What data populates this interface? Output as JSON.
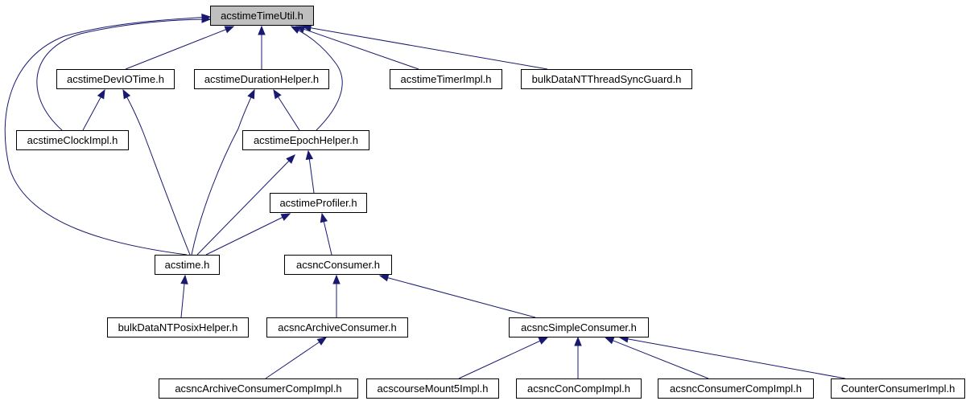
{
  "diagram": {
    "nodes": [
      {
        "id": "acstimeTimeUtil",
        "label": "acstimeTimeUtil.h",
        "root": true
      },
      {
        "id": "acstimeDevIOTime",
        "label": "acstimeDevIOTime.h"
      },
      {
        "id": "acstimeDurationHelper",
        "label": "acstimeDurationHelper.h"
      },
      {
        "id": "acstimeTimerImpl",
        "label": "acstimeTimerImpl.h"
      },
      {
        "id": "bulkDataNTThreadSyncGuard",
        "label": "bulkDataNTThreadSyncGuard.h"
      },
      {
        "id": "acstimeClockImpl",
        "label": "acstimeClockImpl.h"
      },
      {
        "id": "acstimeEpochHelper",
        "label": "acstimeEpochHelper.h"
      },
      {
        "id": "acstimeProfiler",
        "label": "acstimeProfiler.h"
      },
      {
        "id": "acstime",
        "label": "acstime.h"
      },
      {
        "id": "acsncConsumer",
        "label": "acsncConsumer.h"
      },
      {
        "id": "bulkDataNTPosixHelper",
        "label": "bulkDataNTPosixHelper.h"
      },
      {
        "id": "acsncArchiveConsumer",
        "label": "acsncArchiveConsumer.h"
      },
      {
        "id": "acsncSimpleConsumer",
        "label": "acsncSimpleConsumer.h"
      },
      {
        "id": "acsncArchiveConsumerCompImpl",
        "label": "acsncArchiveConsumerCompImpl.h"
      },
      {
        "id": "acscourseMount5Impl",
        "label": "acscourseMount5Impl.h"
      },
      {
        "id": "acsncConCompImpl",
        "label": "acsncConCompImpl.h"
      },
      {
        "id": "acsncConsumerCompImpl",
        "label": "acsncConsumerCompImpl.h"
      },
      {
        "id": "CounterConsumerImpl",
        "label": "CounterConsumerImpl.h"
      }
    ],
    "edges": [
      {
        "from": "acstimeDevIOTime",
        "to": "acstimeTimeUtil"
      },
      {
        "from": "acstimeDurationHelper",
        "to": "acstimeTimeUtil"
      },
      {
        "from": "acstimeTimerImpl",
        "to": "acstimeTimeUtil"
      },
      {
        "from": "bulkDataNTThreadSyncGuard",
        "to": "acstimeTimeUtil"
      },
      {
        "from": "acstimeClockImpl",
        "to": "acstimeTimeUtil"
      },
      {
        "from": "acstimeEpochHelper",
        "to": "acstimeTimeUtil"
      },
      {
        "from": "acstime",
        "to": "acstimeTimeUtil"
      },
      {
        "from": "acstimeClockImpl",
        "to": "acstimeDevIOTime"
      },
      {
        "from": "acstime",
        "to": "acstimeDevIOTime"
      },
      {
        "from": "acstimeEpochHelper",
        "to": "acstimeDurationHelper"
      },
      {
        "from": "acstime",
        "to": "acstimeDurationHelper"
      },
      {
        "from": "acstimeProfiler",
        "to": "acstimeEpochHelper"
      },
      {
        "from": "acstime",
        "to": "acstimeEpochHelper"
      },
      {
        "from": "acstime",
        "to": "acstimeProfiler"
      },
      {
        "from": "acsncConsumer",
        "to": "acstimeProfiler"
      },
      {
        "from": "bulkDataNTPosixHelper",
        "to": "acstime"
      },
      {
        "from": "acsncArchiveConsumer",
        "to": "acsncConsumer"
      },
      {
        "from": "acsncSimpleConsumer",
        "to": "acsncConsumer"
      },
      {
        "from": "acsncArchiveConsumerCompImpl",
        "to": "acsncArchiveConsumer"
      },
      {
        "from": "acscourseMount5Impl",
        "to": "acsncSimpleConsumer"
      },
      {
        "from": "acsncConCompImpl",
        "to": "acsncSimpleConsumer"
      },
      {
        "from": "acsncConsumerCompImpl",
        "to": "acsncSimpleConsumer"
      },
      {
        "from": "CounterConsumerImpl",
        "to": "acsncSimpleConsumer"
      }
    ],
    "colors": {
      "edge": "#191970",
      "root_fill": "#bfbfbf",
      "node_fill": "#ffffff",
      "node_stroke": "#000000"
    }
  }
}
